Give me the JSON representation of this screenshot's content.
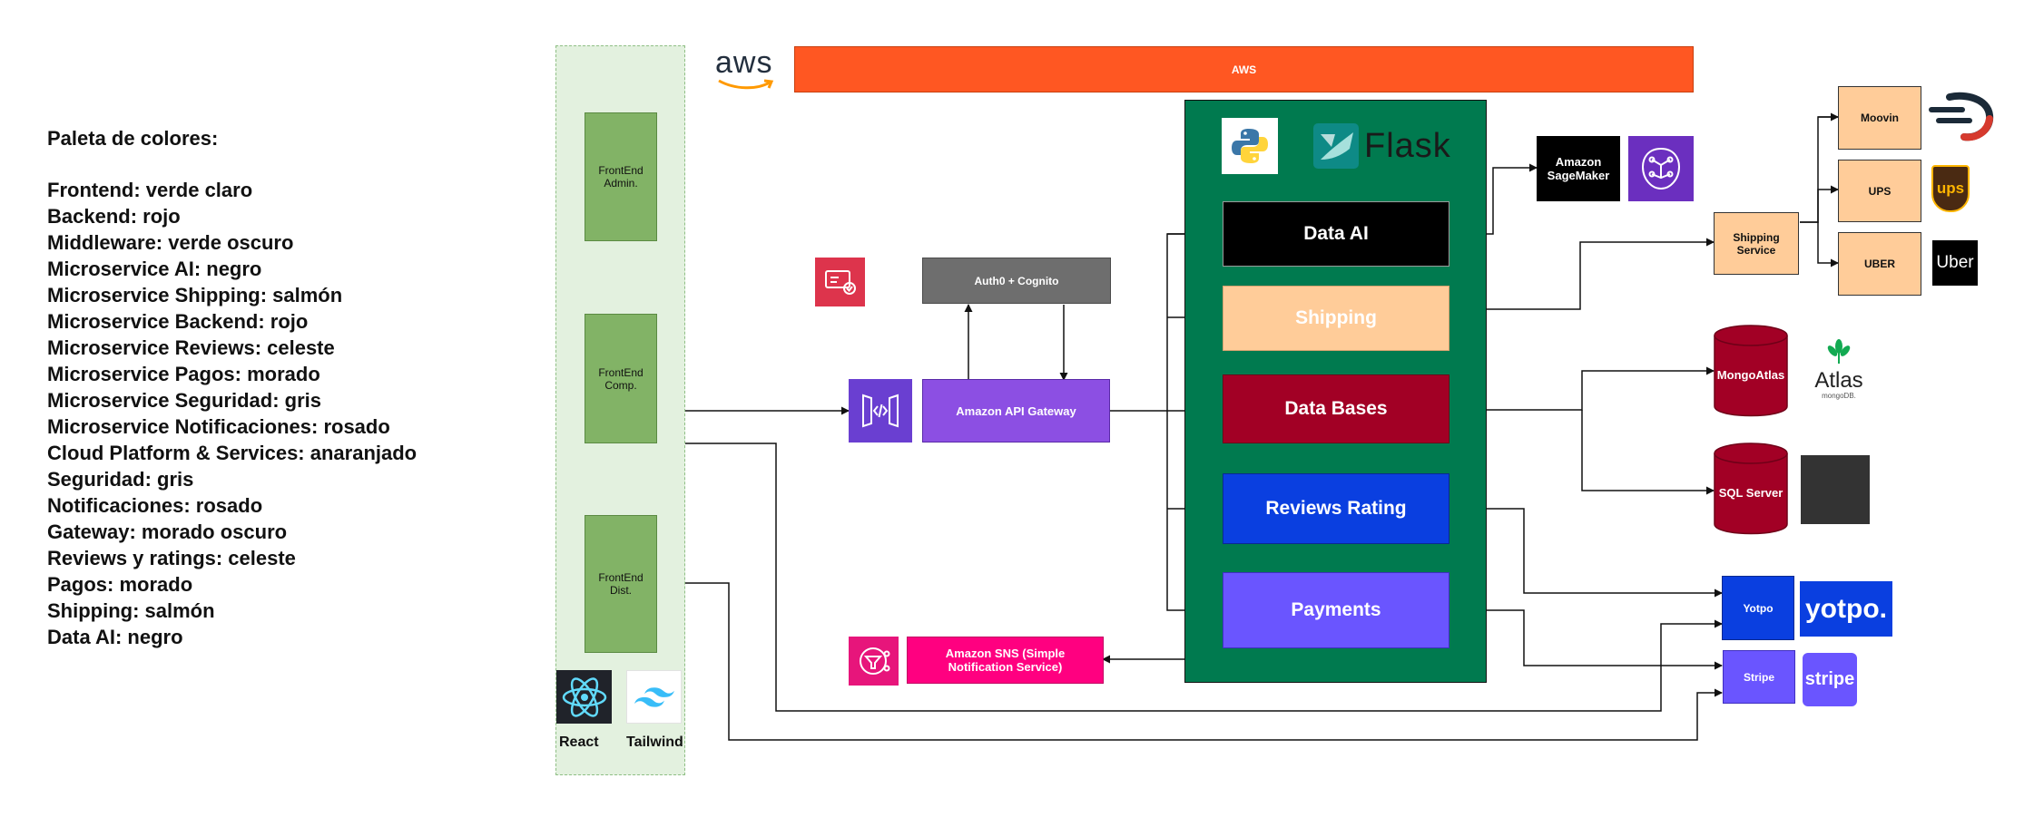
{
  "legend": {
    "title": "Paleta de colores:",
    "items": [
      "Frontend: verde claro",
      "Backend: rojo",
      "Middleware: verde oscuro",
      "Microservice AI: negro",
      "Microservice Shipping: salmón",
      "Microservice Backend: rojo",
      "Microservice Reviews: celeste",
      "Microservice Pagos: morado",
      "Microservice Seguridad: gris",
      "Microservice Notificaciones: rosado",
      "Cloud Platform & Services: anaranjado",
      "Seguridad: gris",
      "Notificaciones: rosado",
      "Gateway: morado oscuro",
      "Reviews y ratings: celeste",
      "Pagos: morado",
      "Shipping: salmón",
      "Data AI: negro"
    ]
  },
  "frontend": {
    "admin": "FrontEnd Admin.",
    "comp": "FrontEnd Comp.",
    "dist": "FrontEnd Dist.",
    "react": "React",
    "tailwind": "Tailwind"
  },
  "aws": {
    "logo": "aws",
    "bar": "AWS"
  },
  "security": {
    "auth": "Auth0 + Cognito"
  },
  "gateway": {
    "label": "Amazon API Gateway"
  },
  "sns": {
    "label": "Amazon SNS (Simple Notification Service)"
  },
  "middleware": {
    "flask": "Flask",
    "data_ai": "Data AI",
    "shipping": "Shipping",
    "data_bases": "Data Bases",
    "reviews": "Reviews Rating",
    "payments": "Payments"
  },
  "external": {
    "sagemaker": "Amazon SageMaker",
    "shipping_service": "Shipping Service",
    "moovin": "Moovin",
    "ups": "UPS",
    "uber": "UBER",
    "ups_logo": "ups",
    "uber_logo": "Uber",
    "mongo": "MongoAtlas",
    "atlas": "Atlas",
    "mongodb": "mongoDB.",
    "sql": "SQL Server",
    "yotpo": "Yotpo",
    "yotpo_logo": "yotpo.",
    "stripe": "Stripe",
    "stripe_logo": "stripe"
  },
  "colors": {
    "frontend": "#82b366",
    "middleware": "#007a4f",
    "aws_orange": "#ff5722",
    "gateway": "#8c4fe3",
    "gray": "#6e6e6e",
    "sns_pink": "#ff0080",
    "data_ai": "#000000",
    "shipping": "#ffcc99",
    "db_red": "#a20025",
    "reviews_blue": "#0a3fe0",
    "payments_purple": "#6a55ff"
  }
}
